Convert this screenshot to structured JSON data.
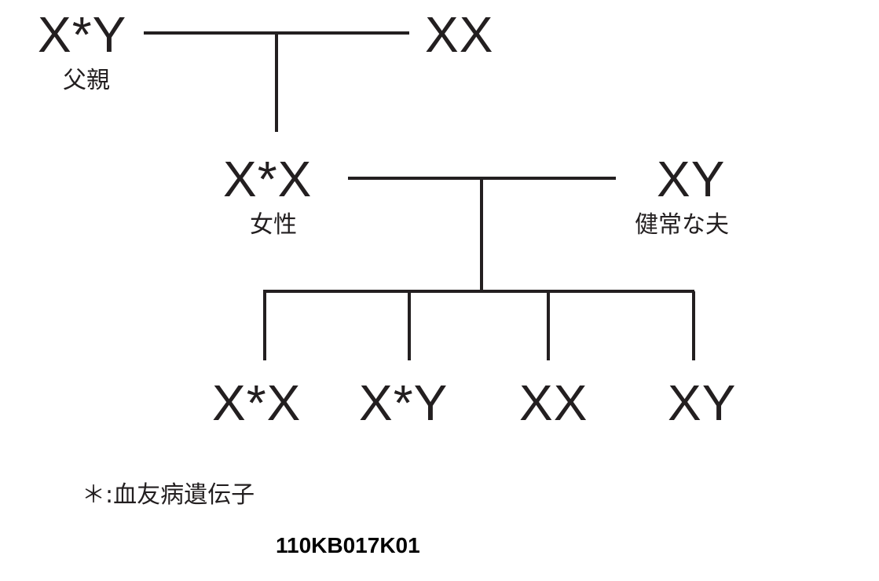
{
  "generation1": {
    "father": {
      "genotype": "X*Y",
      "label": "父親"
    },
    "mother": {
      "genotype": "XX"
    }
  },
  "generation2": {
    "woman": {
      "genotype": "X*X",
      "label": "女性"
    },
    "husband": {
      "genotype": "XY",
      "label": "健常な夫"
    }
  },
  "generation3": [
    {
      "genotype": "X*X"
    },
    {
      "genotype": "X*Y"
    },
    {
      "genotype": "XX"
    },
    {
      "genotype": "XY"
    }
  ],
  "legend": {
    "symbol": "＊:",
    "text": "血友病遺伝子"
  },
  "figure_code": "110KB017K01",
  "colors": {
    "line": "#231f20",
    "text": "#231f20"
  }
}
